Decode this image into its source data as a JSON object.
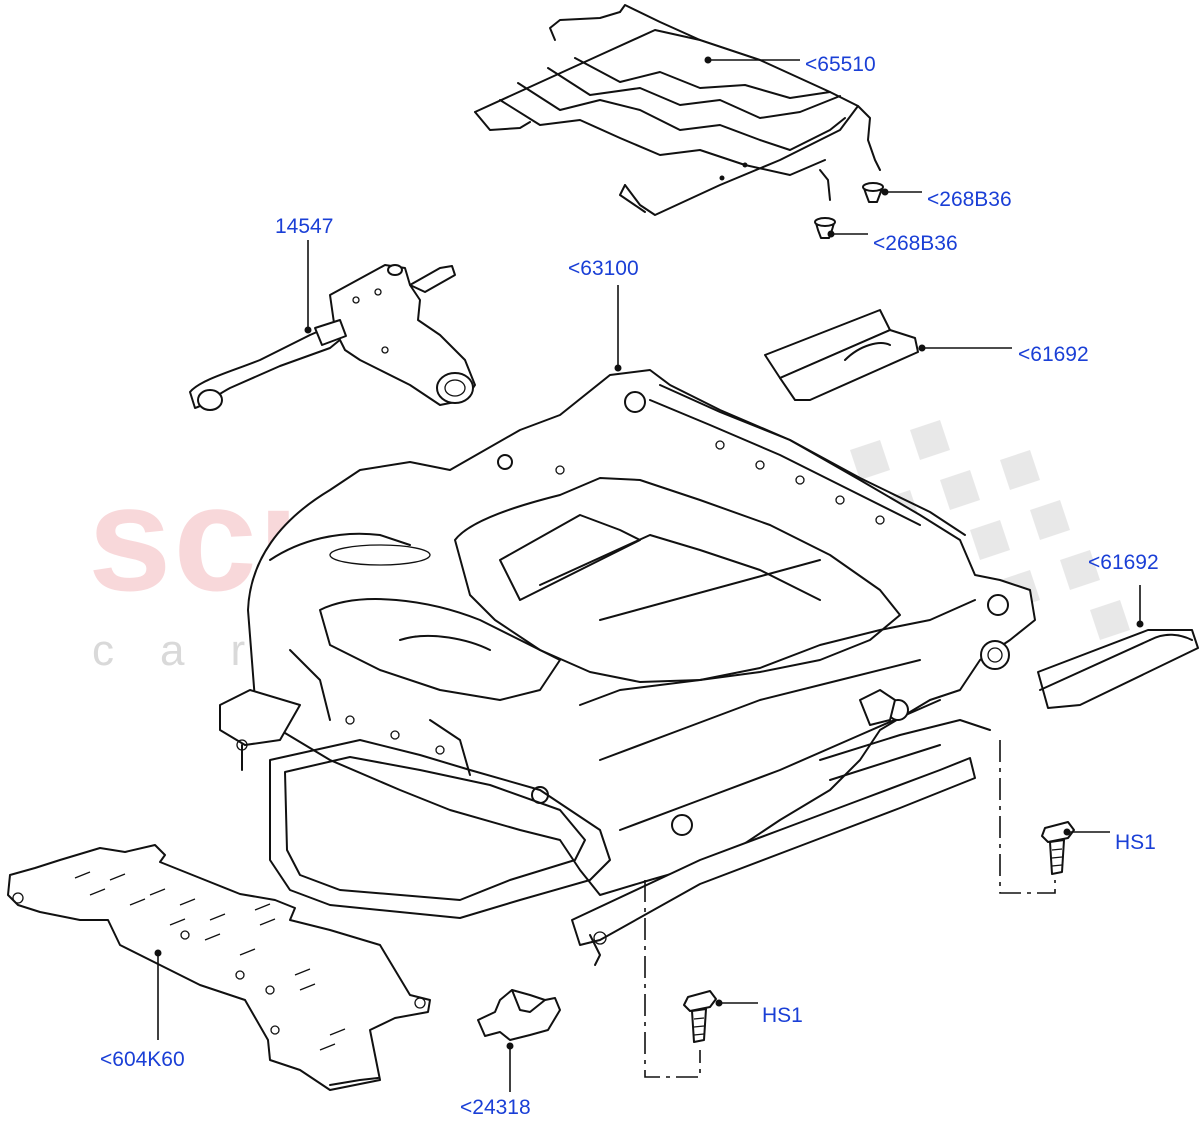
{
  "watermark": {
    "brand": "scuderia",
    "tagline": "car parts"
  },
  "callouts": [
    {
      "id": "c65510",
      "label": "<65510"
    },
    {
      "id": "c268b36a",
      "label": "<268B36"
    },
    {
      "id": "c268b36b",
      "label": "<268B36"
    },
    {
      "id": "c14547",
      "label": "14547"
    },
    {
      "id": "c63100",
      "label": "<63100"
    },
    {
      "id": "c61692a",
      "label": "<61692"
    },
    {
      "id": "c61692b",
      "label": "<61692"
    },
    {
      "id": "chs1a",
      "label": "HS1"
    },
    {
      "id": "chs1b",
      "label": "HS1"
    },
    {
      "id": "c604k60",
      "label": "<604K60"
    },
    {
      "id": "c24318",
      "label": "<24318"
    }
  ],
  "colors": {
    "callout_text": "#1a3fd6",
    "linework": "#111111",
    "watermark_red": "#f4b9bd",
    "watermark_checker": "#d9d9d9"
  }
}
